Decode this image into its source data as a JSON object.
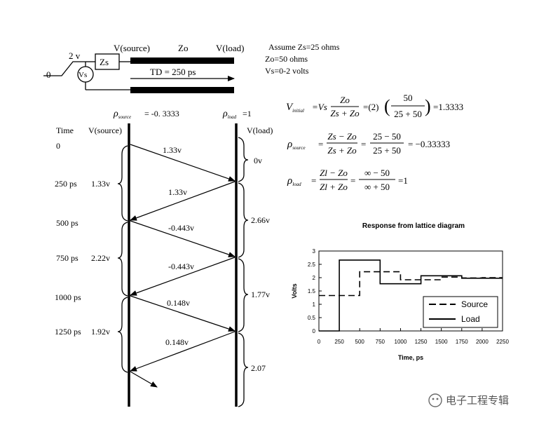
{
  "circuit": {
    "step_zero": "0",
    "step_high": "2 v",
    "vs": "Vs",
    "zs": "Zs",
    "vsource": "V(source)",
    "zo": "Zo",
    "vload": "V(load)",
    "td": "TD = 250 ps",
    "assume": [
      "Assume Zs=25 ohms",
      "Zo=50 ohms",
      "Vs=0-2 volts"
    ]
  },
  "lattice": {
    "rho_source": "= -0. 3333",
    "rho_load": "=1",
    "headers": {
      "time": "Time",
      "vsource": "V(source)",
      "vload": "V(load)"
    },
    "times": [
      "0",
      "250 ps",
      "500  ps",
      "750  ps",
      "1000 ps",
      "1250 ps"
    ],
    "source_voltages": [
      "1.33v",
      "2.22v",
      "1.92v"
    ],
    "load_voltages": [
      "0v",
      "2.66v",
      "1.77v",
      "2.07"
    ],
    "wave_labels": [
      "1.33v",
      "1.33v",
      "-0.443v",
      "-0.443v",
      "0.148v",
      "0.148v"
    ]
  },
  "equations": {
    "v_initial": {
      "sub": "initial",
      "frac1_num": "Zo",
      "frac1_den": "Zs + Zo",
      "eq1": "=(2)",
      "frac2_num": "50",
      "frac2_den": "25 + 50",
      "result": "=1.3333"
    },
    "rho_source": {
      "sub": "source",
      "frac1_num": "Zs − Zo",
      "frac1_den": "Zs + Zo",
      "frac2_num": "25 − 50",
      "frac2_den": "25 + 50",
      "result": "= −0.33333"
    },
    "rho_load": {
      "sub": "load",
      "frac1_num": "Zl − Zo",
      "frac1_den": "Zl + Zo",
      "frac2_num": "∞ − 50",
      "frac2_den": "∞ + 50",
      "result": "=1"
    }
  },
  "chart_data": {
    "type": "line",
    "title": "Response from lattice diagram",
    "xlabel": "Time, ps",
    "ylabel": "Volts",
    "xlim": [
      0,
      2250
    ],
    "ylim": [
      0,
      3
    ],
    "xticks": [
      0,
      250,
      500,
      750,
      1000,
      1250,
      1500,
      1750,
      2000,
      2250
    ],
    "yticks": [
      0,
      0.5,
      1,
      1.5,
      2,
      2.5,
      3
    ],
    "legend_position": "bottom-right",
    "series": [
      {
        "name": "Source",
        "style": "dashed",
        "x": [
          0,
          250,
          250,
          500,
          500,
          750,
          750,
          1000,
          1000,
          1250,
          1250,
          1500,
          1500,
          1750,
          1750,
          2000,
          2000,
          2250
        ],
        "y": [
          1.33,
          1.33,
          1.33,
          1.33,
          2.22,
          2.22,
          2.22,
          2.22,
          1.92,
          1.92,
          1.92,
          1.92,
          2.02,
          2.02,
          1.99,
          1.99,
          2.0,
          2.0
        ]
      },
      {
        "name": "Load",
        "style": "solid",
        "x": [
          0,
          250,
          250,
          750,
          750,
          1250,
          1250,
          1750,
          1750,
          2250
        ],
        "y": [
          0,
          0,
          2.66,
          2.66,
          1.77,
          1.77,
          2.07,
          2.07,
          1.98,
          1.98
        ]
      }
    ]
  },
  "watermark": "电子工程专辑"
}
